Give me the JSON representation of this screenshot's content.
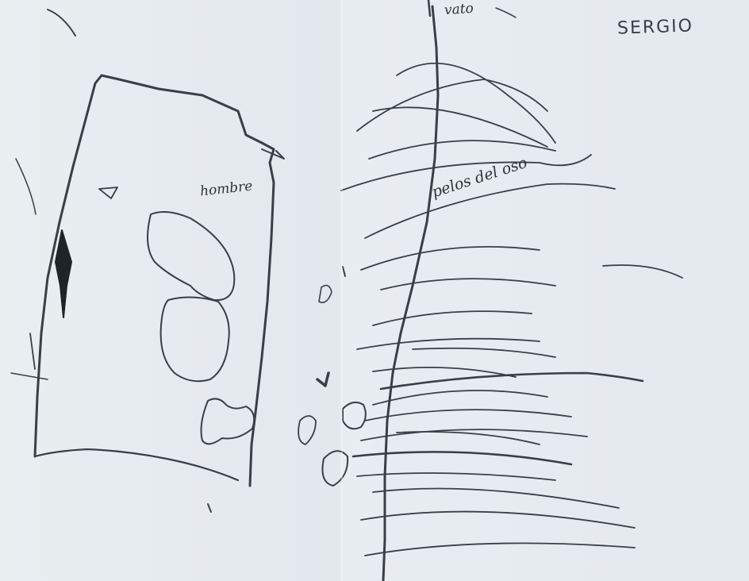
{
  "labels": {
    "name": "SERGIO",
    "top": "vato",
    "left_figure": "hombre",
    "right_figure": "pelos del oso"
  },
  "colors": {
    "paper": "#e7ecf0",
    "ink": "#2f3338"
  }
}
